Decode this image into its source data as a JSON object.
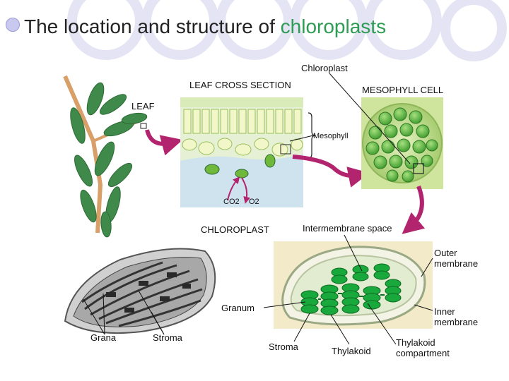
{
  "title": {
    "prefix": "The location and structure of ",
    "accent": "chloroplasts",
    "accent_color": "#2e9c54"
  },
  "labels": {
    "chloroplast_top": "Chloroplast",
    "leaf_cross_section": "LEAF CROSS SECTION",
    "mesophyll_cell": "MESOPHYLL CELL",
    "leaf": "LEAF",
    "mesophyll": "Mesophyll",
    "co2": "CO2",
    "o2": "O2",
    "chloroplast_caps": "CHLOROPLAST",
    "intermembrane_space": "Intermembrane space",
    "outer_membrane": "Outer\nmembrane",
    "granum": "Granum",
    "inner_membrane": "Inner\nmembrane",
    "grana": "Grana",
    "stroma_left": "Stroma",
    "stroma_right": "Stroma",
    "thylakoid": "Thylakoid",
    "thylakoid_compartment": "Thylakoid\ncompartment"
  },
  "colors": {
    "leaf_green": "#3f8a4a",
    "arrow_magenta": "#b3246e",
    "chloroplast_green": "#19a83c",
    "mesophyll_cell_bg": "#c8e08c"
  }
}
